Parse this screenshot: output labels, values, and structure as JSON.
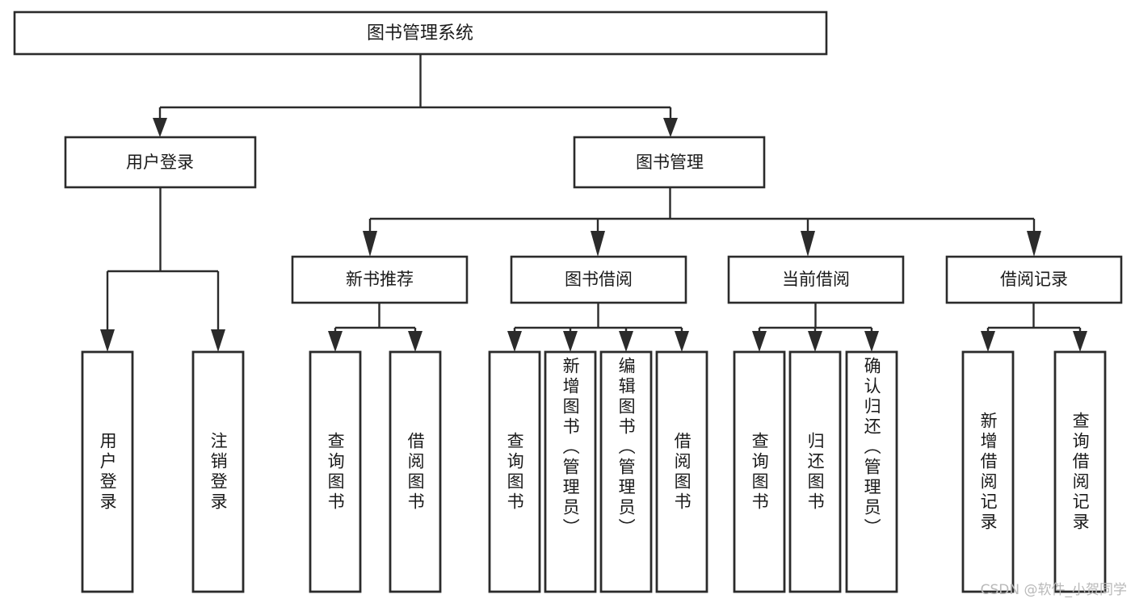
{
  "diagram": {
    "title": "图书管理系统",
    "type": "hierarchy-tree",
    "watermark": "CSDN @软件_小贺同学",
    "root": {
      "id": "root",
      "label": "图书管理系统",
      "level": 1
    },
    "level2": [
      {
        "id": "user-login",
        "label": "用户登录",
        "level": 2
      },
      {
        "id": "book-management",
        "label": "图书管理",
        "level": 2
      }
    ],
    "level3": [
      {
        "id": "new-book-recommend",
        "label": "新书推荐",
        "level": 3,
        "parent": "book-management"
      },
      {
        "id": "book-borrow",
        "label": "图书借阅",
        "level": 3,
        "parent": "book-management"
      },
      {
        "id": "current-borrow",
        "label": "当前借阅",
        "level": 3,
        "parent": "book-management"
      },
      {
        "id": "borrow-record",
        "label": "借阅记录",
        "level": 3,
        "parent": "book-management"
      }
    ],
    "leaves": [
      {
        "id": "leaf-user-login",
        "label": "用户登录",
        "parent": "user-login"
      },
      {
        "id": "leaf-logout-login",
        "label": "注销登录",
        "parent": "user-login"
      },
      {
        "id": "leaf-query-book-1",
        "label": "查询图书",
        "parent": "new-book-recommend"
      },
      {
        "id": "leaf-borrow-book-1",
        "label": "借阅图书",
        "parent": "new-book-recommend"
      },
      {
        "id": "leaf-query-book-2",
        "label": "查询图书",
        "parent": "book-borrow"
      },
      {
        "id": "leaf-add-book",
        "label": "新增图书（管理员）",
        "parent": "book-borrow"
      },
      {
        "id": "leaf-edit-book",
        "label": "编辑图书（管理员）",
        "parent": "book-borrow"
      },
      {
        "id": "leaf-borrow-book-2",
        "label": "借阅图书",
        "parent": "book-borrow"
      },
      {
        "id": "leaf-query-book-3",
        "label": "查询图书",
        "parent": "current-borrow"
      },
      {
        "id": "leaf-return-book",
        "label": "归还图书",
        "parent": "current-borrow"
      },
      {
        "id": "leaf-confirm-return",
        "label": "确认归还（管理员）",
        "parent": "current-borrow"
      },
      {
        "id": "leaf-add-record",
        "label": "新增借阅记录",
        "parent": "borrow-record"
      },
      {
        "id": "leaf-query-record",
        "label": "查询借阅记录",
        "parent": "borrow-record"
      }
    ],
    "colors": {
      "stroke": "#2b2b2b",
      "fill": "#ffffff",
      "text": "#1a1a1a",
      "watermark": "#b9b9b9"
    }
  }
}
